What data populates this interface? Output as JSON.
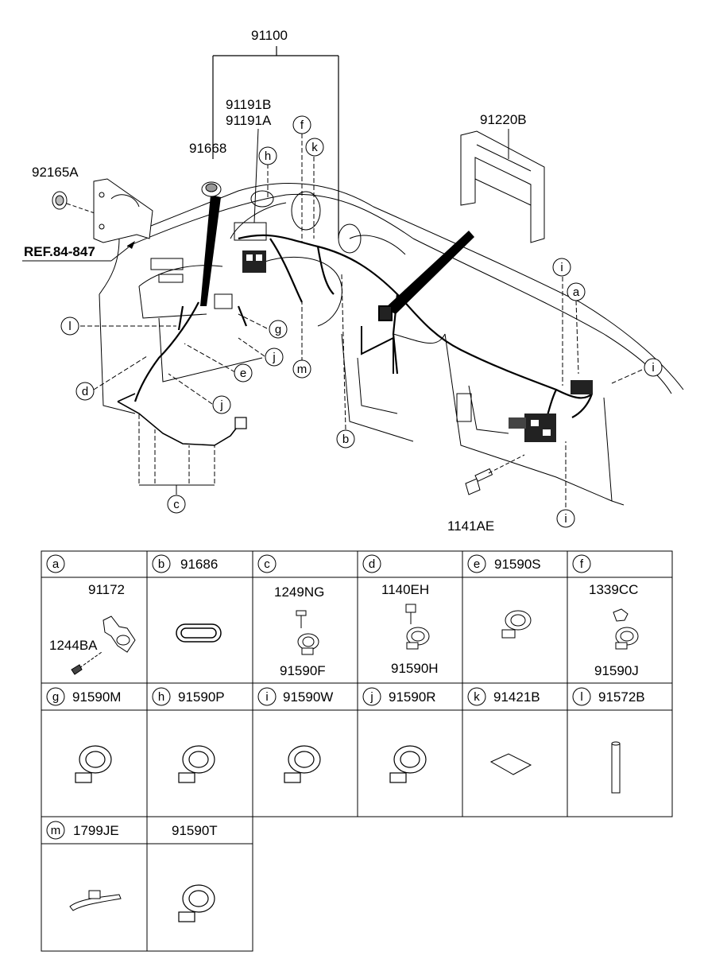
{
  "diagram": {
    "main_part": "91100",
    "callouts": {
      "p92165A": "92165A",
      "ref": "REF.84-847",
      "p91191B": "91191B",
      "p91191A": "91191A",
      "p91668": "91668",
      "p91220B": "91220B",
      "p1141AE": "1141AE"
    },
    "letters": {
      "h": "h",
      "f": "f",
      "k": "k",
      "i": "i",
      "a": "a",
      "l": "l",
      "g": "g",
      "j": "j",
      "e": "e",
      "d": "d",
      "m": "m",
      "b": "b",
      "c": "c"
    }
  },
  "parts_table": {
    "cells": [
      {
        "letter": "a",
        "part": "",
        "subparts": [
          "91172",
          "1244BA"
        ]
      },
      {
        "letter": "b",
        "part": "91686",
        "subparts": []
      },
      {
        "letter": "c",
        "part": "",
        "subparts": [
          "1249NG",
          "91590F"
        ]
      },
      {
        "letter": "d",
        "part": "",
        "subparts": [
          "1140EH",
          "91590H"
        ]
      },
      {
        "letter": "e",
        "part": "91590S",
        "subparts": []
      },
      {
        "letter": "f",
        "part": "",
        "subparts": [
          "1339CC",
          "91590J"
        ]
      },
      {
        "letter": "g",
        "part": "91590M",
        "subparts": []
      },
      {
        "letter": "h",
        "part": "91590P",
        "subparts": []
      },
      {
        "letter": "i",
        "part": "91590W",
        "subparts": []
      },
      {
        "letter": "j",
        "part": "91590R",
        "subparts": []
      },
      {
        "letter": "k",
        "part": "91421B",
        "subparts": []
      },
      {
        "letter": "l",
        "part": "91572B",
        "subparts": []
      },
      {
        "letter": "m",
        "part": "1799JE",
        "subparts": []
      },
      {
        "letter": "",
        "part": "91590T",
        "subparts": []
      }
    ]
  }
}
